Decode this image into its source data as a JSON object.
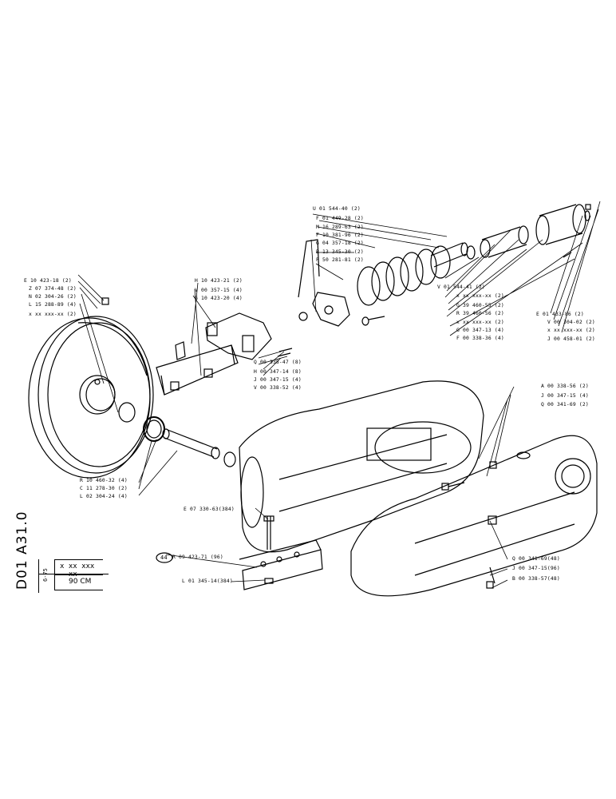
{
  "title_block": {
    "drawing_code": "D01 A31.0",
    "date": "6-75",
    "part_number": "x xx xxx - xx",
    "size_label": "90 CM"
  },
  "callout_marker": "44",
  "labels": {
    "wheel": [
      "E 10 423-18 (2)",
      "Z 07 374-48 (2)",
      "N 02 304-26 (2)",
      "L 15 288-89 (4)",
      "x xx xxx-xx (2)"
    ],
    "shaft": [
      "R 10 460-32 (4)",
      "C 11 278-30 (2)",
      "L 02 304-24 (4)"
    ],
    "bracket": [
      "H 10 423-21 (2)",
      "V 00 357-15 (4)",
      "G 10 423-20 (4)"
    ],
    "bracket_bolts": [
      "Q 00 338-47 (8)",
      "H 00 347-14 (8)",
      "J 00 347-15 (4)",
      "V 00 338-52 (4)"
    ],
    "spring": [
      "U 01 544-40 (2)",
      "F 01 449-28 (2)",
      "M 16 289-63 (2)",
      "F 10 381-96 (2)",
      "G 04 357-18 (2)",
      "B 13 345-30 (2)",
      "P 50 281-81 (2)"
    ],
    "tensioner": [
      "V 01 544-41 (2)",
      "x xx xxx-xx (2)",
      "G 39 460-55 (2)",
      "R 39 460-56 (2)",
      "x xx xxx-xx (2)",
      "G 00 347-13 (4)",
      "F 00 338-36 (4)"
    ],
    "grease": [
      "E 01 433-86 (2)",
      "V 00 304-02 (2)",
      "x xx xxx-xx (2)",
      "J 00 458-01 (2)"
    ],
    "frame_bolts": [
      "A 00 338-56 (2)",
      "J 00 347-15 (4)",
      "Q 00 341-69 (2)"
    ],
    "shoe_bolt": "E 07 330-63(384)",
    "shoe": "R 09 423-71 (96)",
    "shoe_nut": "L 01 345-14(384)",
    "roller_bolts": [
      "Q 00 341-69(48)",
      "J 00 347-15(96)",
      "B 00 338-57(48)"
    ]
  }
}
